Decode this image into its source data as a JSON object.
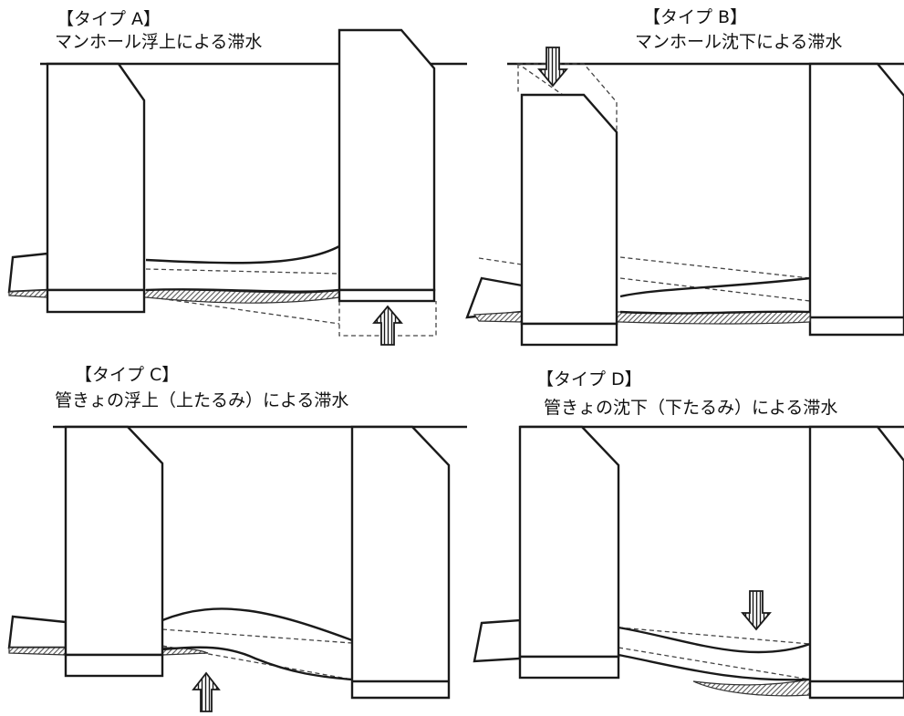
{
  "panels": {
    "a": {
      "label": "【タイプ A】",
      "caption": "マンホール浮上による滞水"
    },
    "b": {
      "label": "【タイプ B】",
      "caption": "マンホール沈下による滞水"
    },
    "c": {
      "label": "【タイプ C】",
      "caption": "管きょの浮上（上たるみ）による滞水"
    },
    "d": {
      "label": "【タイプ D】",
      "caption": "管きょの沈下（下たるみ）による滞水"
    }
  },
  "colors": {
    "line": "#1a1a1a",
    "hatch": "#555555",
    "background": "#ffffff"
  },
  "icons": {
    "uplift": "up-arrow-icon",
    "settlement": "down-arrow-icon"
  }
}
